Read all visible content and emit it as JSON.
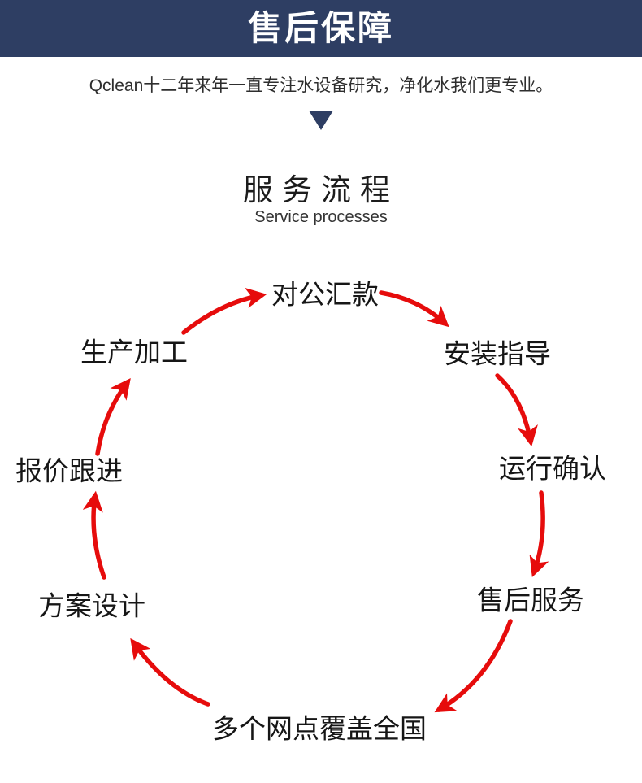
{
  "colors": {
    "navy": "#2e3e63",
    "red": "#e60c0c",
    "ink": "#161616"
  },
  "header": {
    "title": "售后保障"
  },
  "intro": {
    "text": "Qclean十二年来年一直专注水设备研究，净化水我们更专业。"
  },
  "section": {
    "title": "服务流程",
    "subtitle": "Service processes"
  },
  "flow": {
    "direction": "clockwise",
    "nodes": [
      {
        "label": "对公汇款",
        "position": "top"
      },
      {
        "label": "安装指导",
        "position": "upper-right"
      },
      {
        "label": "运行确认",
        "position": "right"
      },
      {
        "label": "售后服务",
        "position": "lower-right"
      },
      {
        "label": "多个网点覆盖全国",
        "position": "bottom"
      },
      {
        "label": "方案设计",
        "position": "lower-left"
      },
      {
        "label": "报价跟进",
        "position": "left"
      },
      {
        "label": "生产加工",
        "position": "upper-left"
      }
    ]
  }
}
